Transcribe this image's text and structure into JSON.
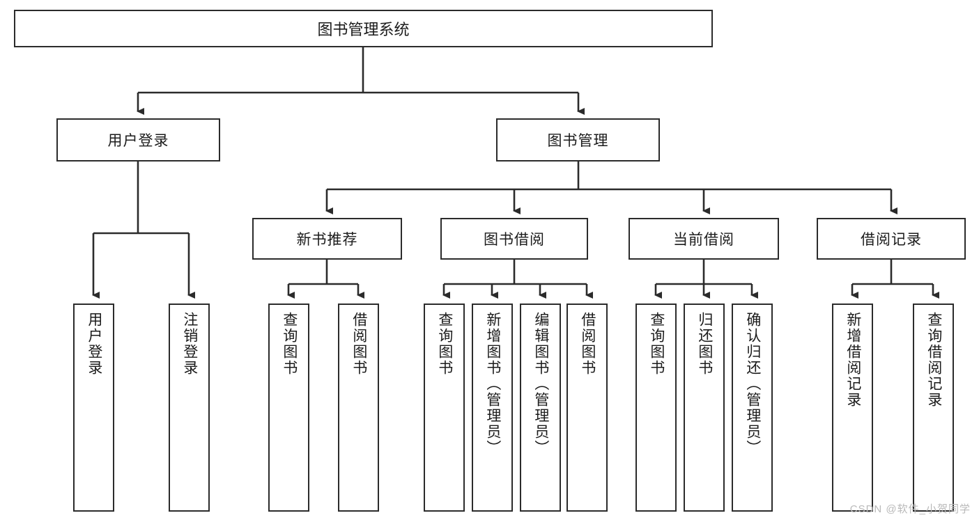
{
  "diagram": {
    "type": "tree",
    "root": {
      "label": "图书管理系统"
    },
    "level2": [
      {
        "label": "用户登录"
      },
      {
        "label": "图书管理"
      }
    ],
    "level3": [
      {
        "label": "新书推荐"
      },
      {
        "label": "图书借阅"
      },
      {
        "label": "当前借阅"
      },
      {
        "label": "借阅记录"
      }
    ],
    "leaves": {
      "user_login": [
        {
          "label": "用户登录"
        },
        {
          "label": "注销登录"
        }
      ],
      "new_book_recommend": [
        {
          "label": "查询图书"
        },
        {
          "label": "借阅图书"
        }
      ],
      "book_borrow": [
        {
          "label": "查询图书"
        },
        {
          "label": "新增图书（管理员）"
        },
        {
          "label": "编辑图书（管理员）"
        },
        {
          "label": "借阅图书"
        }
      ],
      "current_borrow": [
        {
          "label": "查询图书"
        },
        {
          "label": "归还图书"
        },
        {
          "label": "确认归还（管理员）"
        }
      ],
      "borrow_record": [
        {
          "label": "新增借阅记录"
        },
        {
          "label": "查询借阅记录"
        }
      ]
    }
  },
  "watermark": {
    "text": "CSDN @软件_小贺同学"
  },
  "colors": {
    "line": "#2b2b2b",
    "box_fill": "#ffffff",
    "text": "#1b1b1b",
    "watermark": "#b9b9b9"
  }
}
